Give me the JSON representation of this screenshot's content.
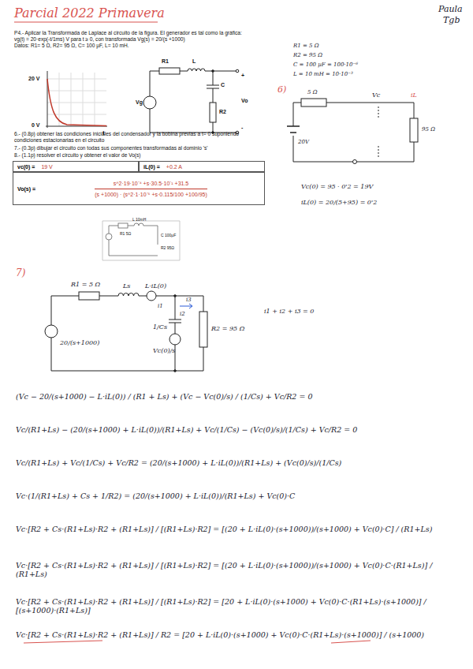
{
  "diagram": {
    "title": "Parcial 2022 Primavera",
    "nodes": [
      {
        "text": [
          "vc(0) =",
          "19 V"
        ]
      },
      {
        "text": [
          "iL(0) =",
          "+0.2 A"
        ]
      },
      {
        "text": [
          "Vo(s) =",
          "s^2·19·10⁻⁴ +s·30.5·10⁻¹ +31.5",
          "(s +1000) · (s^2·1·10⁻⁶ +s·0.115/100 +100/95)"
        ]
      }
    ],
    "labels": [
      "Paula",
      "Tgb",
      "P4.- Aplicar la Transformada de Laplace al circuito de la figura. El generador es tal como la gráfica:",
      "vg(t) = 20·exp(-t/1ms) V para t ≥ 0, con transformada Vg(s) = 20/(s +1000)",
      "Datos: R1= 5 Ω, R2= 95 Ω, C= 100 µF, L= 10 mH.",
      "20 V",
      "0 V",
      "t",
      "R1",
      "L",
      "C",
      "Vg",
      "R2",
      "+",
      "Vo",
      "-",
      "R1 = 5 Ω",
      "R2 = 95 Ω",
      "C = 100 µF = 100·10⁻⁶",
      "L = 10 mH = 10·10⁻³",
      "6)",
      "5 Ω",
      "Vc",
      "iL",
      "20V",
      "95 Ω",
      "Vc(0) = 95 · 0'2 = 19V",
      "iL(0) = 20/(5+95) = 0'2",
      "6.- (0.8p) obtener las condiciones iniciales del condensador y la bobina previas a t= 0 suponiendo",
      "condiciones estacionarias en el circuito",
      "7.- (0.3p) dibujar el circuito con todas sus componentes transformadas al dominio 's'",
      "8.- (1.1p) resolver el circuito y obtener el valor de Vo(s)",
      "R1 5Ω",
      "R2 95Ω",
      "L 10mH",
      "C 100µF",
      "7)",
      "R1 = 5 Ω",
      "Ls",
      "L·iL(0)",
      "i1",
      "i3",
      "i2",
      "1/Cs",
      "Vc(0)/s",
      "R2 = 95 Ω",
      "20/(s+1000)",
      "i1 + i2 + i3 = 0",
      "(Vc − 20/(s+1000) − L·iL(0)) / (R1 + Ls) + (Vc − Vc(0)/s) / (1/Cs) + Vc/R2 = 0",
      "Vc/(R1+Ls) − (20/(s+1000) + L·iL(0))/(R1+Ls) + Vc/(1/Cs) − (Vc(0)/s)/(1/Cs) + Vc/R2 = 0",
      "Vc/(R1+Ls) + Vc/(1/Cs) + Vc/R2 = (20/(s+1000) + L·iL(0))/(R1+Ls) + (Vc(0)/s)/(1/Cs)",
      "Vc·(1/(R1+Ls) + Cs + 1/R2) = (20/(s+1000) + L·iL(0))/(R1+Ls) + Vc(0)·C",
      "Vc·[R2 + Cs·(R1+Ls)·R2 + (R1+Ls)] / [(R1+Ls)·R2] = [(20 + L·iL(0)·(s+1000))/(s+1000) + Vc(0)·C] / (R1+Ls)",
      "Vc·[R2 + Cs·(R1+Ls)·R2 + (R1+Ls)] / [(R1+Ls)·R2] = [(20 + L·iL(0)·(s+1000))/(s+1000) + Vc(0)·C·(R1+Ls)] / (R1+Ls)",
      "Vc·[R2 + Cs·(R1+Ls)·R2 + (R1+Ls)] / [(R1+Ls)·R2] = [20 + L·iL(0)·(s+1000) + Vc(0)·C·(R1+Ls)·(s+1000)] / [(s+1000)·(R1+Ls)]",
      "Vc·[R2 + Cs·(R1+Ls)·R2 + (R1+Ls)] / R2 = [20 + L·iL(0)·(s+1000) + Vc(0)·C·(R1+Ls)·(s+1000)] / (s+1000)"
    ]
  }
}
